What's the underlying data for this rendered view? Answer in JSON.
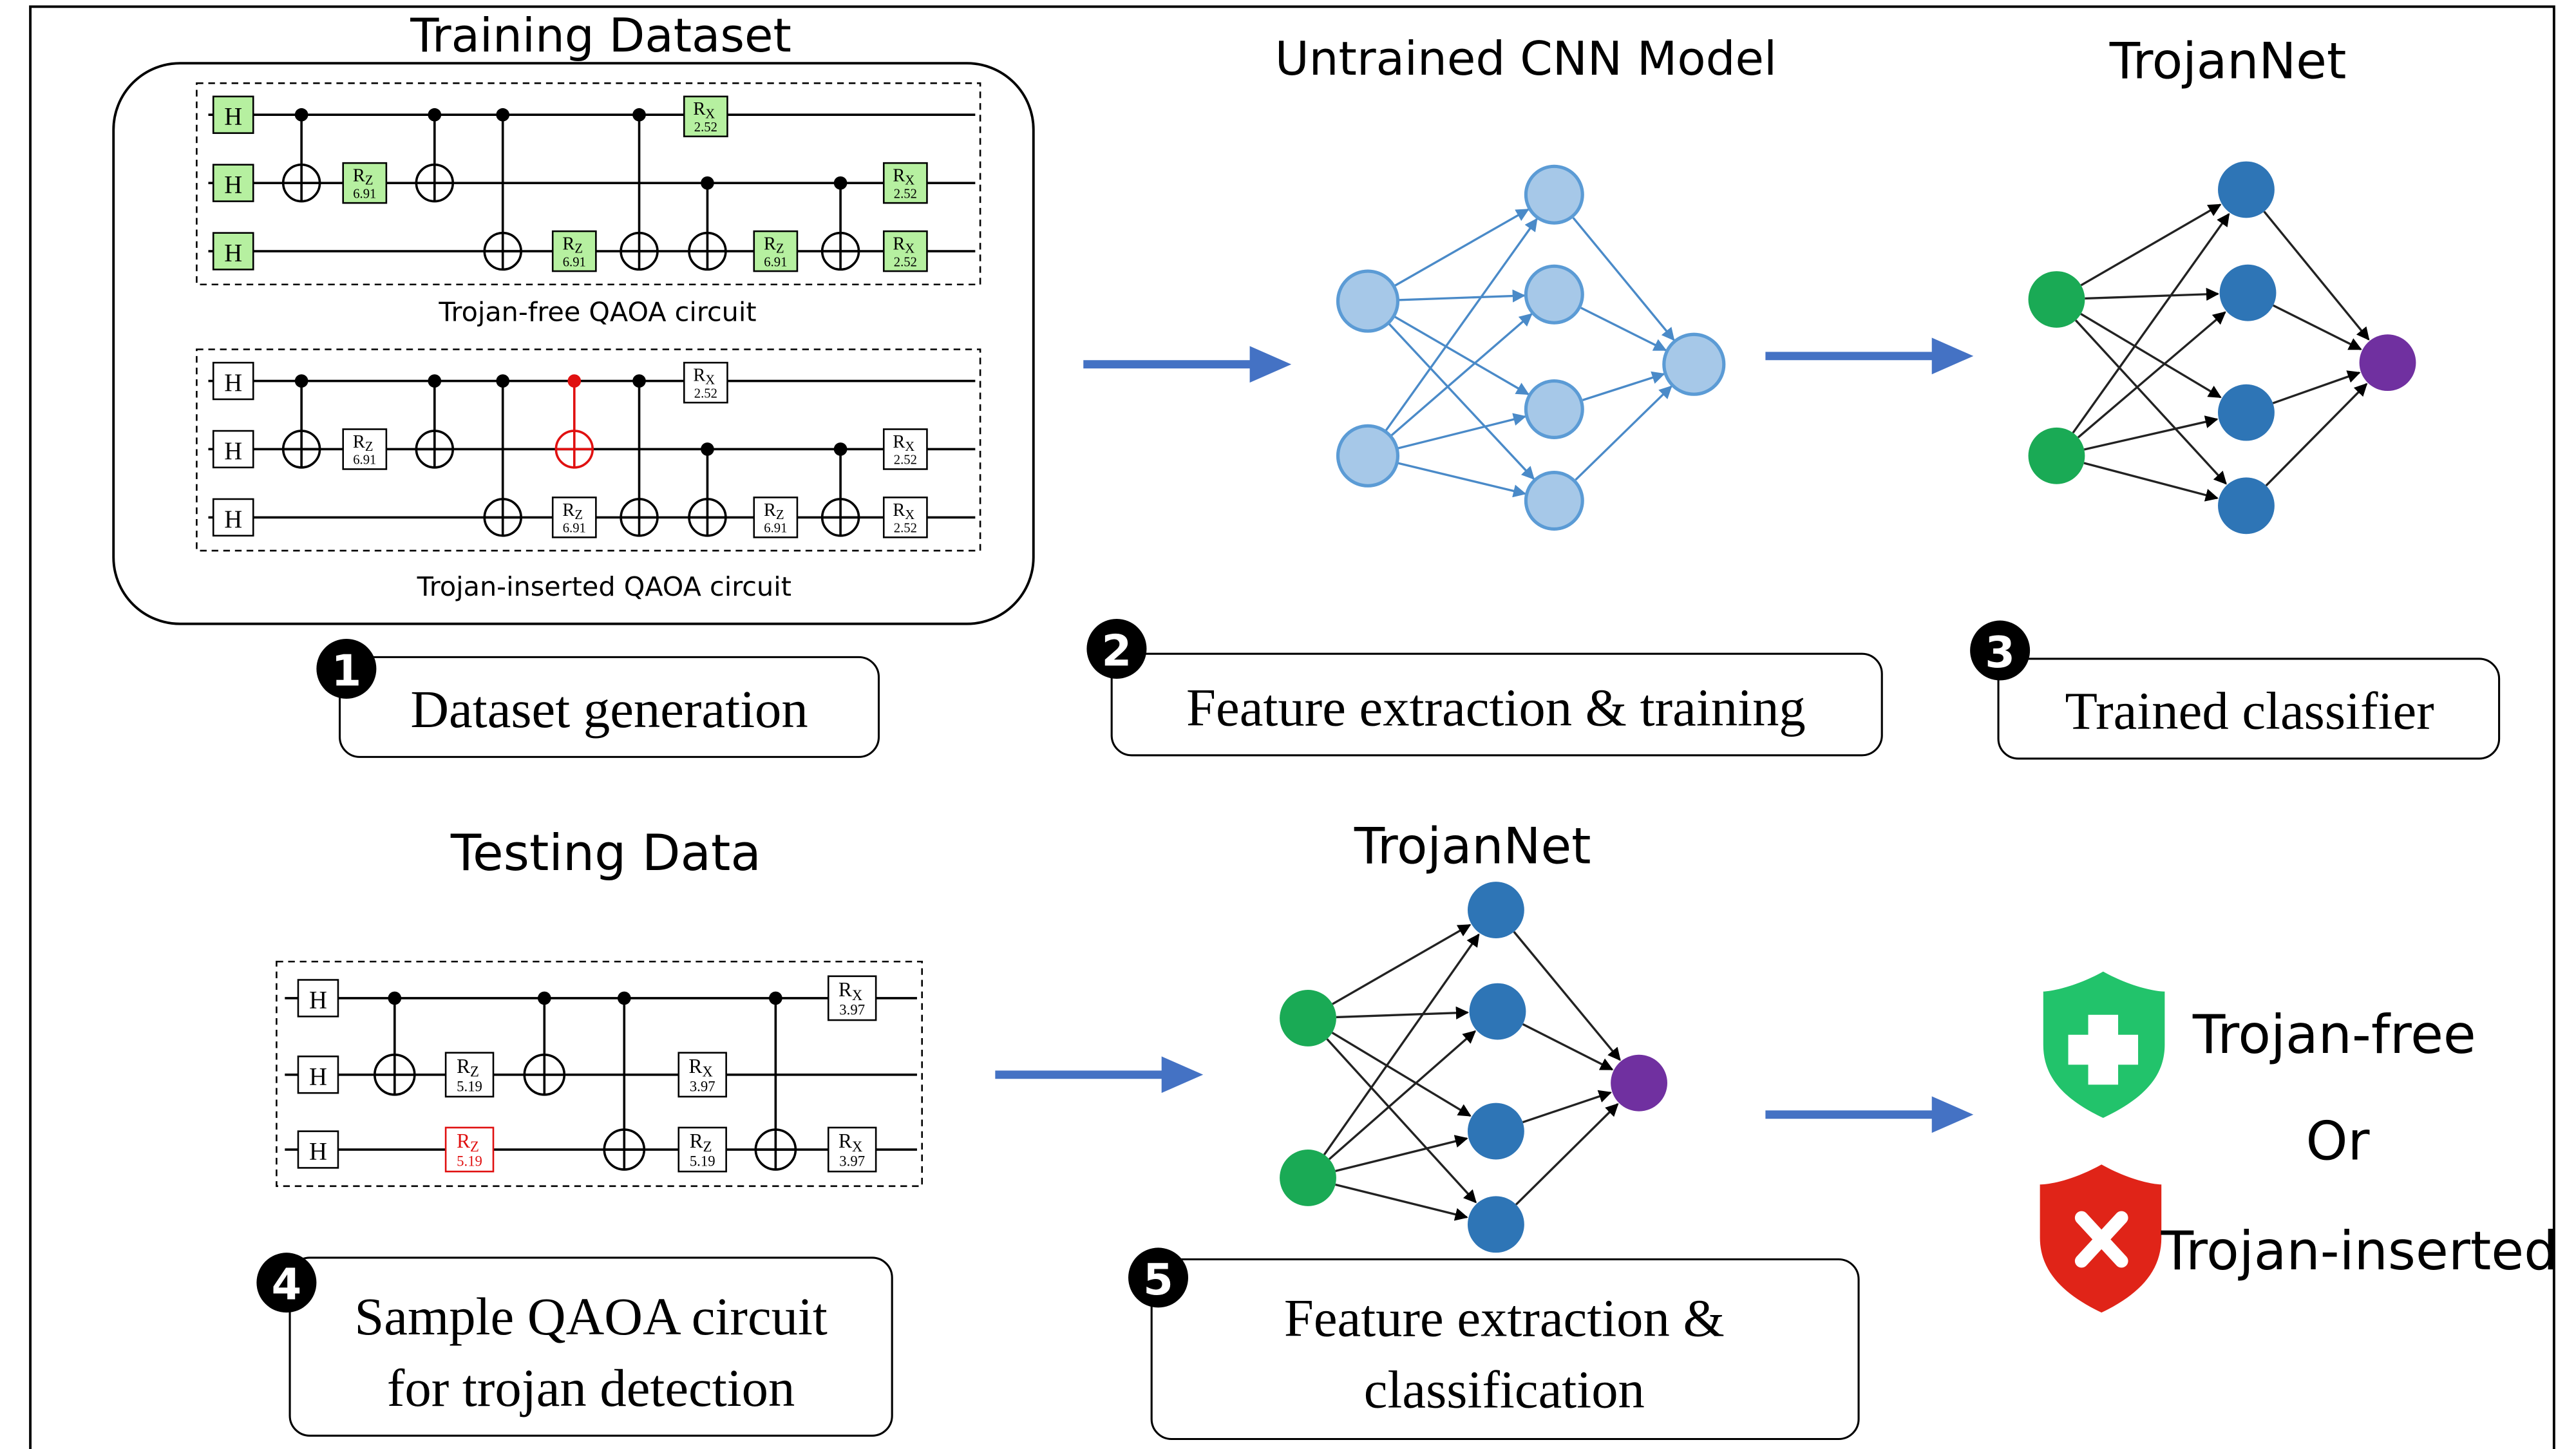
{
  "titles": {
    "training_dataset": "Training Dataset",
    "untrained_model": "Untrained CNN Model",
    "trojannet_top": "TrojanNet",
    "testing_data": "Testing Data",
    "trojannet_bottom": "TrojanNet"
  },
  "circuits": {
    "trojan_free_caption": "Trojan-free QAOA circuit",
    "trojan_inserted_caption": "Trojan-inserted QAOA circuit",
    "gate_h": "H",
    "gate_rz": "R",
    "sub_z": "Z",
    "sub_x": "X",
    "train_rz_angle": "6.91",
    "train_rx_angle": "2.52",
    "test_rz_angle": "5.19",
    "test_rx_angle": "3.97"
  },
  "steps": [
    {
      "number": "1",
      "label": "Dataset generation"
    },
    {
      "number": "2",
      "label": "Feature extraction & training"
    },
    {
      "number": "3",
      "label": "Trained classifier"
    },
    {
      "number": "4",
      "label_line1": "Sample QAOA circuit",
      "label_line2": "for trojan detection"
    },
    {
      "number": "5",
      "label_line1": "Feature extraction &",
      "label_line2": "classification"
    }
  ],
  "results": {
    "trojan_free": "Trojan-free",
    "or": "Or",
    "trojan_inserted": "Trojan-inserted"
  },
  "colors": {
    "arrow_blue": "#4472c4",
    "cnn_node_fill": "#a6c8e8",
    "cnn_node_stroke": "#5b9bd5",
    "input_node": "#1aaa55",
    "hidden_node": "#2e75b6",
    "output_node": "#7030a0",
    "gate_green": "#b6f0a0",
    "trojan_red": "#e01010",
    "shield_green": "#22c36b",
    "shield_red": "#e02418"
  },
  "icons": [
    "shield-plus-icon",
    "shield-x-icon"
  ]
}
